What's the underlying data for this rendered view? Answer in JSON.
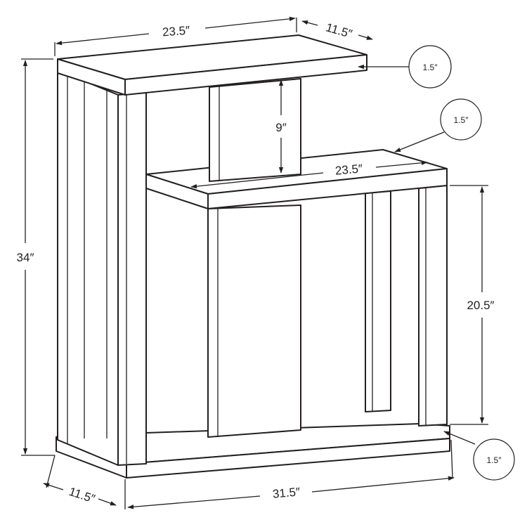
{
  "dimensions": {
    "top_width": "23.5″",
    "top_depth": "11.5″",
    "total_height": "34″",
    "top_thickness": "1.5″",
    "upper_gap": "9″",
    "shelf_thickness": "1.5″",
    "shelf_width": "23.5″",
    "lower_height": "20.5″",
    "base_thickness": "1.5″",
    "base_depth": "11.5″",
    "base_width": "31.5″"
  },
  "colors": {
    "line": "#231f20",
    "background": "#ffffff"
  }
}
